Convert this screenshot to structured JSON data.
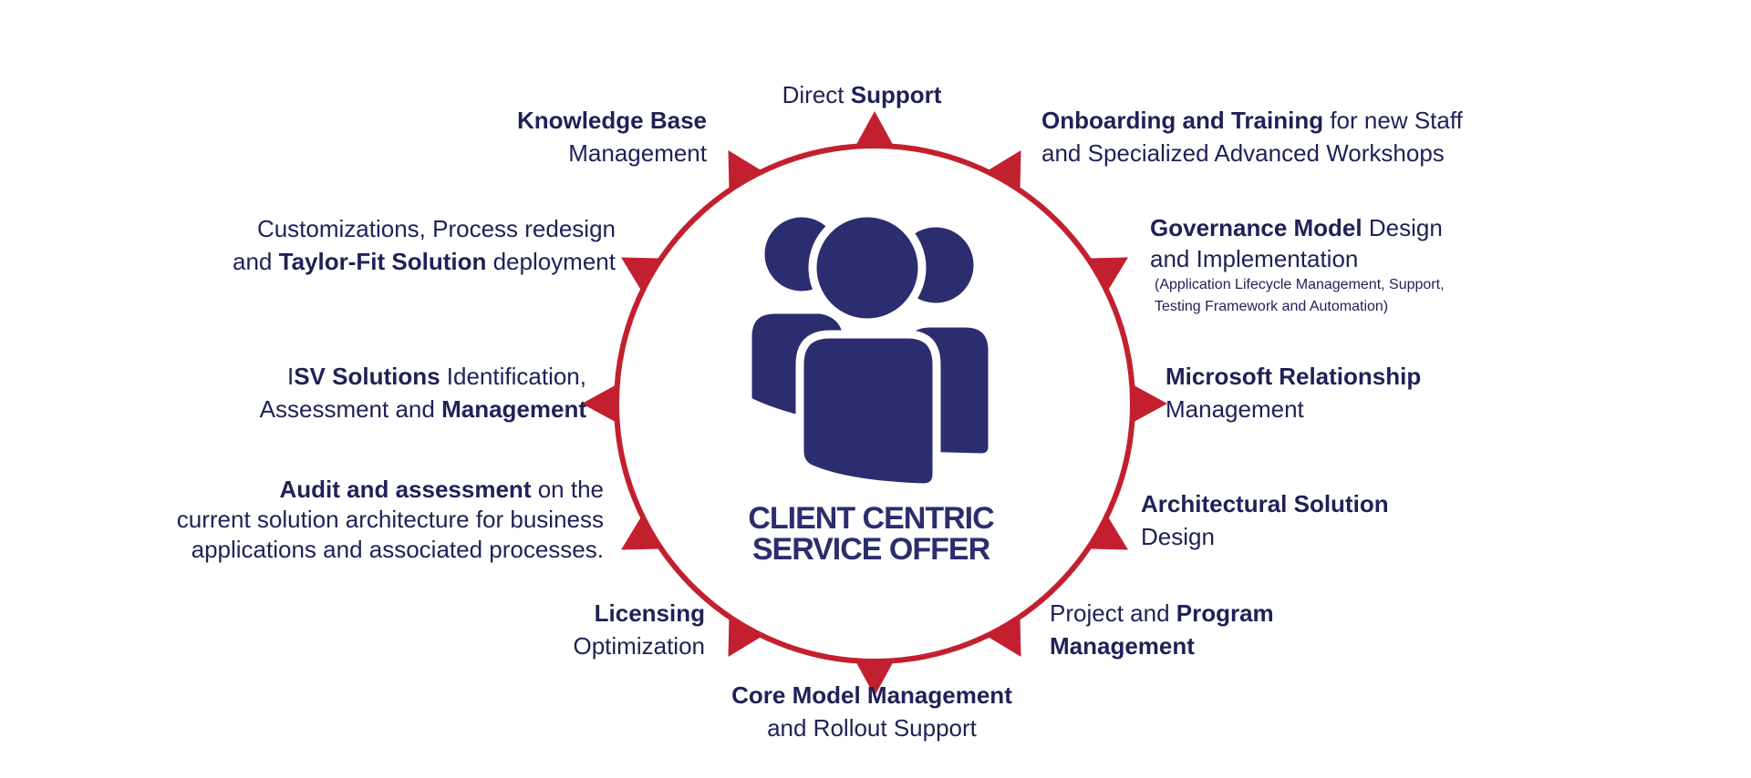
{
  "colors": {
    "accent": "#c3202f",
    "text": "#1f2157",
    "icon": "#2b2d6e"
  },
  "center": {
    "line1": "CLIENT CENTRIC",
    "line2": "SERVICE OFFER",
    "icon": "people-group-icon"
  },
  "items": {
    "direct_support": {
      "a": "Direct ",
      "b": "Support"
    },
    "knowledge_base": {
      "b": "Knowledge Base",
      "a": "Management"
    },
    "onboarding": {
      "b": "Onboarding and Training",
      "a": " for new Staff",
      "l2": "and Specialized Advanced Workshops"
    },
    "customizations": {
      "l1": "Customizations, Process redesign",
      "a": "and ",
      "b": "Taylor-Fit Solution",
      "c": " deployment"
    },
    "governance": {
      "b": "Governance Model",
      "a": " Design",
      "l2": "and Implementation",
      "s1": "(Application Lifecycle Management, Support,",
      "s2": "Testing Framework and Automation)"
    },
    "isv": {
      "a": "I",
      "b": "SV Solutions",
      "c": " Identification,",
      "d": "Assessment and ",
      "e": "Management"
    },
    "microsoft": {
      "b": "Microsoft Relationship",
      "a": "Management"
    },
    "audit": {
      "b": "Audit and assessment",
      "a": " on the",
      "l2": "current solution architecture for business",
      "l3": "applications and associated processes."
    },
    "architectural": {
      "b": "Architectural Solution",
      "a": "Design"
    },
    "licensing": {
      "b": "Licensing",
      "a": "Optimization"
    },
    "project": {
      "a": "Project and ",
      "b": "Program",
      "c": "Management"
    },
    "core_model": {
      "b": "Core Model Management",
      "a": "and Rollout Support"
    }
  }
}
